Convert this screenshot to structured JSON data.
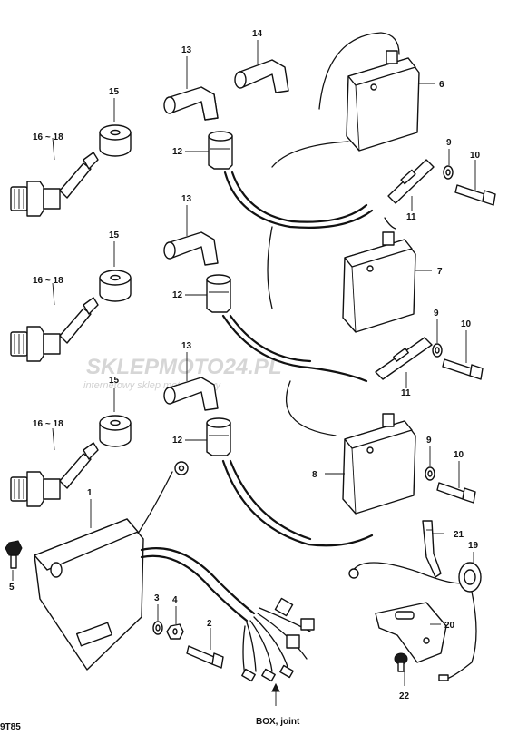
{
  "labels": {
    "p1": "1",
    "p2": "2",
    "p3": "3",
    "p4": "4",
    "p5": "5",
    "p6": "6",
    "p7": "7",
    "p8": "8",
    "p9a": "9",
    "p9b": "9",
    "p9c": "9",
    "p10a": "10",
    "p10b": "10",
    "p10c": "10",
    "p11a": "11",
    "p11b": "11",
    "p12a": "12",
    "p12b": "12",
    "p12c": "12",
    "p13a": "13",
    "p13b": "13",
    "p13c": "13",
    "p14": "14",
    "p15a": "15",
    "p15b": "15",
    "p15c": "15",
    "p16a": "16 ~ 18",
    "p16b": "16 ~ 18",
    "p16c": "16 ~ 18",
    "p19": "19",
    "p20": "20",
    "p21": "21",
    "p22": "22"
  },
  "caption": "BOX, joint",
  "corner_code": "9T85",
  "watermark": {
    "brand": "SKLEPMOTO24.PL",
    "tagline": "internetowy sklep motocyklowy"
  }
}
